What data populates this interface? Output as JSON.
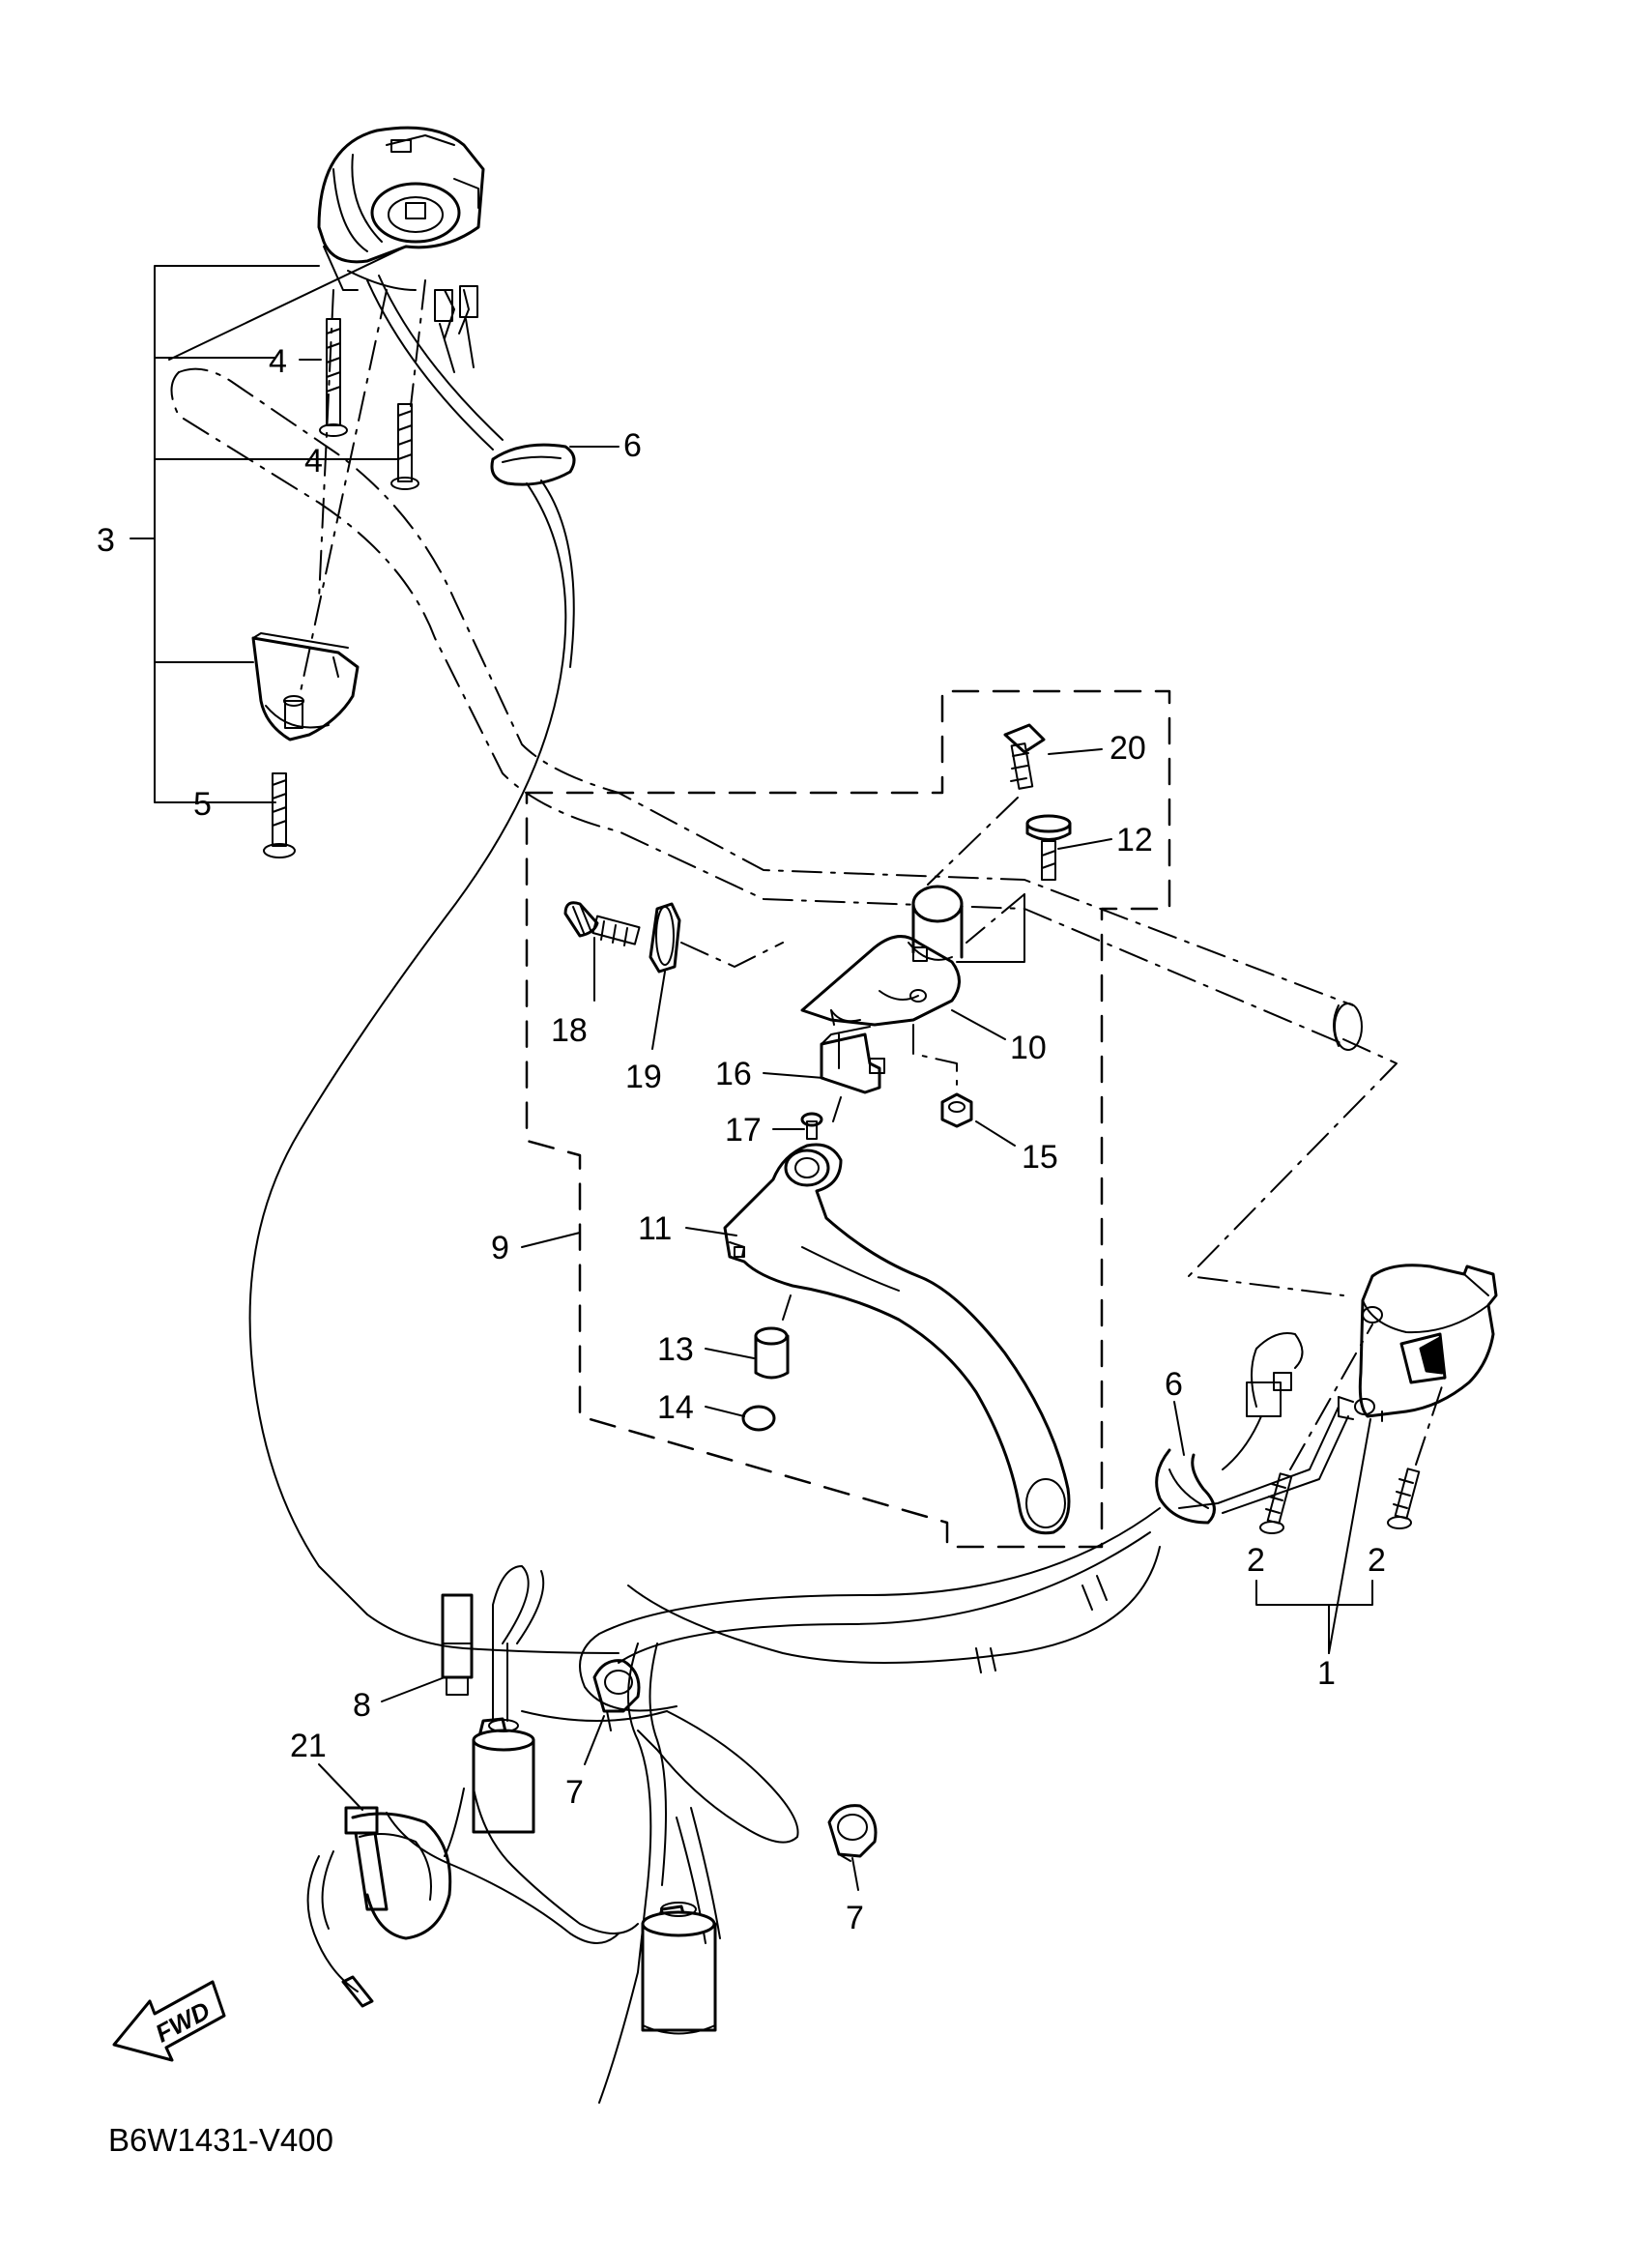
{
  "diagram": {
    "code": "B6W1431-V400",
    "fwd_label": "FWD",
    "callouts": [
      {
        "id": "c1",
        "label": "1"
      },
      {
        "id": "c2a",
        "label": "2"
      },
      {
        "id": "c2b",
        "label": "2"
      },
      {
        "id": "c3",
        "label": "3"
      },
      {
        "id": "c4a",
        "label": "4"
      },
      {
        "id": "c4b",
        "label": "4"
      },
      {
        "id": "c5",
        "label": "5"
      },
      {
        "id": "c6a",
        "label": "6"
      },
      {
        "id": "c6b",
        "label": "6"
      },
      {
        "id": "c7a",
        "label": "7"
      },
      {
        "id": "c7b",
        "label": "7"
      },
      {
        "id": "c8",
        "label": "8"
      },
      {
        "id": "c9",
        "label": "9"
      },
      {
        "id": "c10",
        "label": "10"
      },
      {
        "id": "c11",
        "label": "11"
      },
      {
        "id": "c12",
        "label": "12"
      },
      {
        "id": "c13",
        "label": "13"
      },
      {
        "id": "c14",
        "label": "14"
      },
      {
        "id": "c15",
        "label": "15"
      },
      {
        "id": "c16",
        "label": "16"
      },
      {
        "id": "c17",
        "label": "17"
      },
      {
        "id": "c18",
        "label": "18"
      },
      {
        "id": "c19",
        "label": "19"
      },
      {
        "id": "c20",
        "label": "20"
      },
      {
        "id": "c21",
        "label": "21"
      }
    ]
  }
}
